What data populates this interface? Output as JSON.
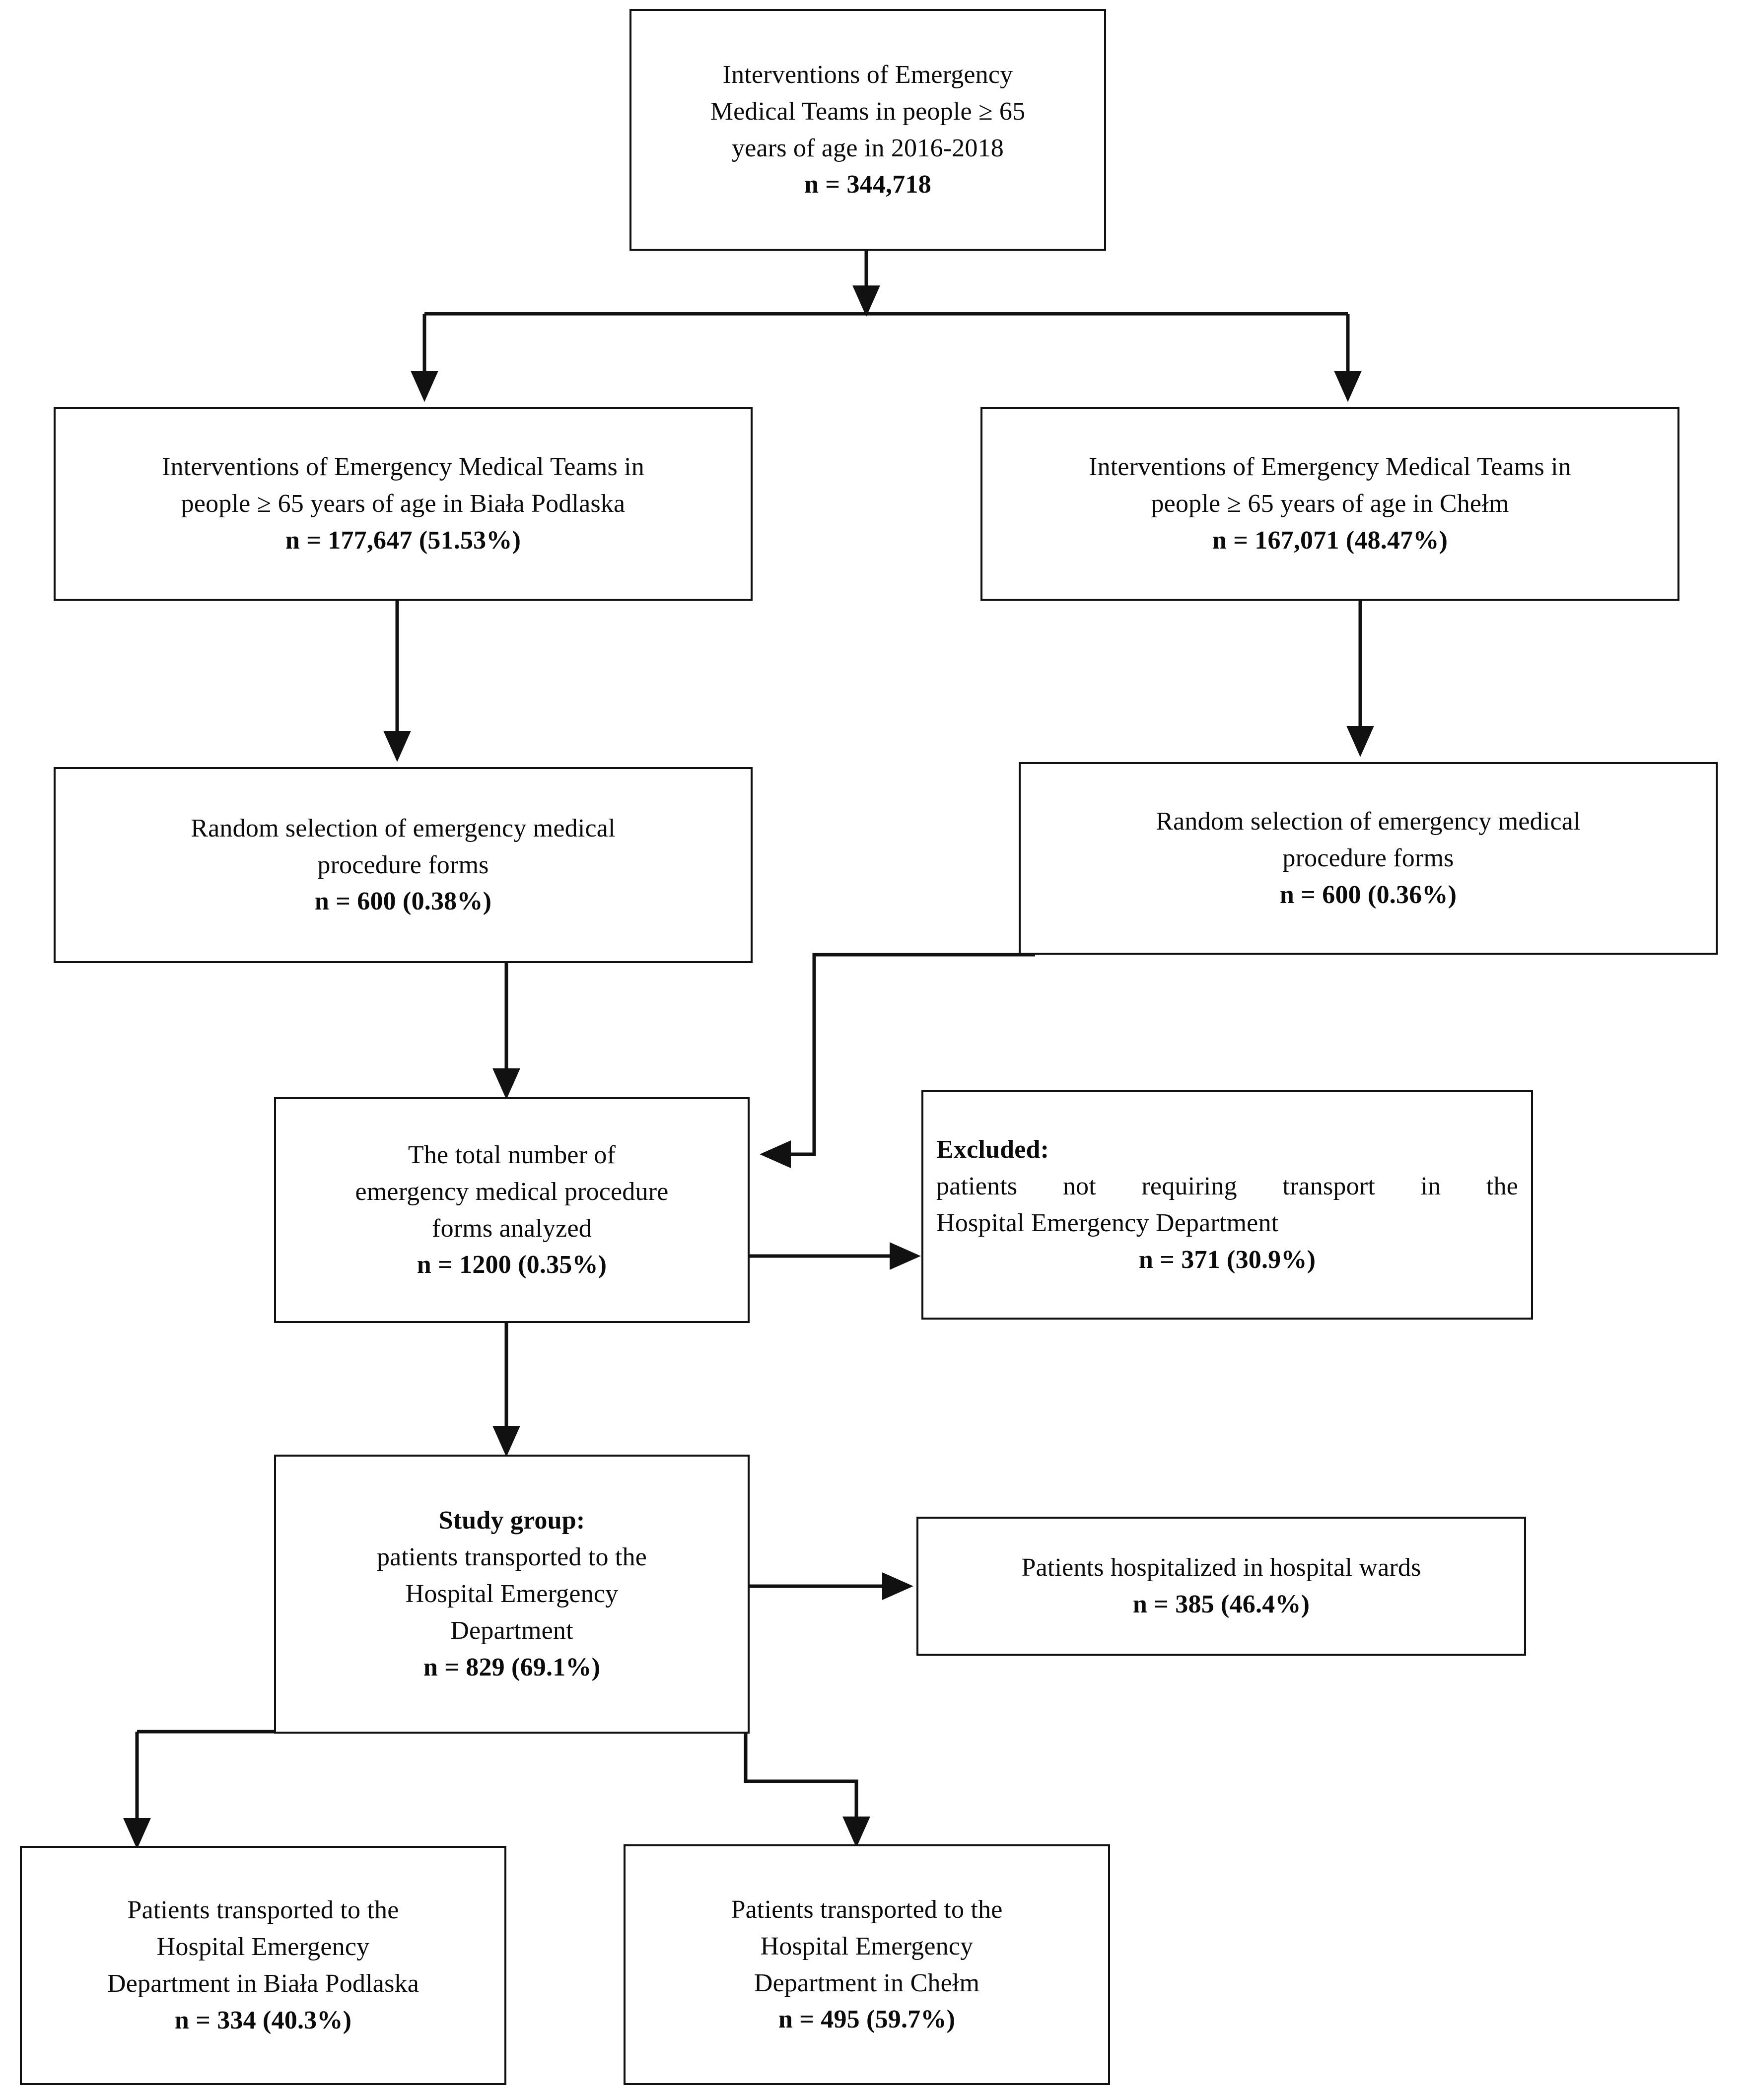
{
  "diagram": {
    "title": "Study flow diagram of Emergency Medical Team interventions",
    "type": "flowchart",
    "stroke_color": "#111111",
    "background_color": "#ffffff",
    "text_color": "#0b0b0b"
  },
  "nodes": {
    "total_interventions": {
      "id": "total-interventions",
      "lines": [
        "Interventions of Emergency",
        "Medical Teams in people ≥ 65",
        "years of age in 2016-2018"
      ],
      "count_line": "n = 344,718"
    },
    "biala_interventions": {
      "id": "biala-podlaska-interventions",
      "lines": [
        "Interventions of Emergency Medical Teams in",
        "people ≥ 65 years of age in Biała Podlaska"
      ],
      "count_line": "n = 177,647 (51.53%)"
    },
    "chelm_interventions": {
      "id": "chelm-interventions",
      "lines": [
        "Interventions of Emergency Medical Teams in",
        "people ≥ 65 years of age in Chełm"
      ],
      "count_line": "n = 167,071 (48.47%)"
    },
    "biala_random": {
      "id": "biala-random-selection",
      "lines": [
        "Random selection of emergency medical",
        "procedure forms"
      ],
      "count_line": "n = 600 (0.38%)"
    },
    "chelm_random": {
      "id": "chelm-random-selection",
      "lines": [
        "Random selection of emergency medical",
        "procedure forms"
      ],
      "count_line": "n = 600 (0.36%)"
    },
    "total_analyzed": {
      "id": "total-forms-analyzed",
      "lines": [
        "The total number of",
        "emergency medical procedure",
        "forms analyzed"
      ],
      "count_line": "n = 1200 (0.35%)"
    },
    "excluded": {
      "id": "excluded-patients",
      "heading": "Excluded:",
      "lines": [
        "patients not requiring transport in the",
        "Hospital Emergency Department"
      ],
      "count_line": "n = 371 (30.9%)"
    },
    "study_group": {
      "id": "study-group",
      "heading": "Study group:",
      "lines": [
        "patients transported to the",
        "Hospital Emergency",
        "Department"
      ],
      "count_line": "n = 829 (69.1%)"
    },
    "hospitalized": {
      "id": "patients-hospitalized",
      "lines": [
        "Patients hospitalized in hospital wards"
      ],
      "count_line": "n = 385 (46.4%)"
    },
    "transported_biala": {
      "id": "transported-biala-podlaska",
      "lines": [
        "Patients transported to the",
        "Hospital Emergency",
        "Department in Biała Podlaska"
      ],
      "count_line": "n = 334 (40.3%)"
    },
    "transported_chelm": {
      "id": "transported-chelm",
      "lines": [
        "Patients transported to the",
        "Hospital Emergency",
        "Department in Chełm"
      ],
      "count_line": "n = 495 (59.7%)"
    }
  },
  "chart_data": {
    "type": "flowchart",
    "title": "Interventions of Emergency Medical Teams in people ≥ 65 years of age in 2016-2018",
    "nodes": [
      {
        "key": "total_interventions",
        "label": "Interventions of Emergency Medical Teams in people ≥ 65 years of age in 2016-2018",
        "n": 344718,
        "percent": null
      },
      {
        "key": "biala_interventions",
        "label": "Interventions of Emergency Medical Teams in people ≥ 65 years of age in Biała Podlaska",
        "n": 177647,
        "percent": 51.53
      },
      {
        "key": "chelm_interventions",
        "label": "Interventions of Emergency Medical Teams in people ≥ 65 years of age in Chełm",
        "n": 167071,
        "percent": 48.47
      },
      {
        "key": "biala_random",
        "label": "Random selection of emergency medical procedure forms",
        "n": 600,
        "percent": 0.38
      },
      {
        "key": "chelm_random",
        "label": "Random selection of emergency medical procedure forms",
        "n": 600,
        "percent": 0.36
      },
      {
        "key": "total_analyzed",
        "label": "The total number of emergency medical procedure forms analyzed",
        "n": 1200,
        "percent": 0.35
      },
      {
        "key": "excluded",
        "label": "Excluded: patients not requiring transport in the Hospital Emergency Department",
        "n": 371,
        "percent": 30.9
      },
      {
        "key": "study_group",
        "label": "Study group: patients transported to the Hospital Emergency Department",
        "n": 829,
        "percent": 69.1
      },
      {
        "key": "hospitalized",
        "label": "Patients hospitalized in hospital wards",
        "n": 385,
        "percent": 46.4
      },
      {
        "key": "transported_biala",
        "label": "Patients transported to the Hospital Emergency Department in Biała Podlaska",
        "n": 334,
        "percent": 40.3
      },
      {
        "key": "transported_chelm",
        "label": "Patients transported to the Hospital Emergency Department in Chełm",
        "n": 495,
        "percent": 59.7
      }
    ],
    "edges": [
      {
        "from": "total_interventions",
        "to": "biala_interventions"
      },
      {
        "from": "total_interventions",
        "to": "chelm_interventions"
      },
      {
        "from": "biala_interventions",
        "to": "biala_random"
      },
      {
        "from": "chelm_interventions",
        "to": "chelm_random"
      },
      {
        "from": "biala_random",
        "to": "total_analyzed"
      },
      {
        "from": "chelm_random",
        "to": "total_analyzed"
      },
      {
        "from": "total_analyzed",
        "to": "excluded"
      },
      {
        "from": "total_analyzed",
        "to": "study_group"
      },
      {
        "from": "study_group",
        "to": "hospitalized"
      },
      {
        "from": "study_group",
        "to": "transported_biala"
      },
      {
        "from": "study_group",
        "to": "transported_chelm"
      }
    ]
  }
}
